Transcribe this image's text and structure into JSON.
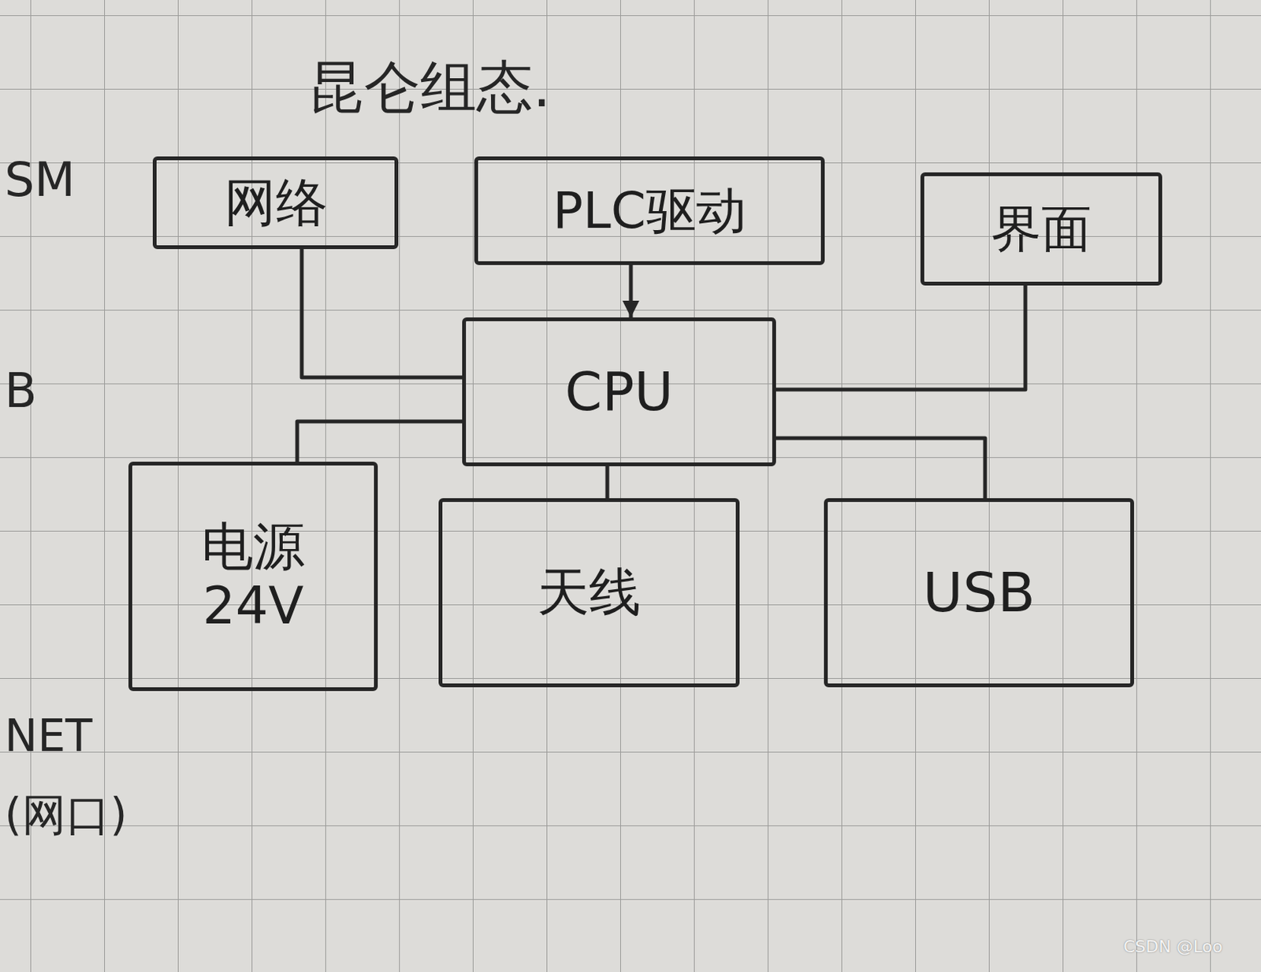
{
  "diagram": {
    "title": "昆仑组态.",
    "nodes": [
      {
        "text": [
          "网络"
        ]
      },
      {
        "text": [
          "PLC驱动"
        ]
      },
      {
        "text": [
          "界面"
        ]
      },
      {
        "text": [
          "CPU"
        ]
      },
      {
        "text": [
          "电源",
          "24V"
        ]
      },
      {
        "text": [
          "天线"
        ]
      },
      {
        "text": [
          "USB"
        ]
      }
    ],
    "edges": [
      {
        "from": 0,
        "to": 3,
        "arrow": "none"
      },
      {
        "from": 1,
        "to": 3,
        "arrow": "to"
      },
      {
        "from": 2,
        "to": 3,
        "arrow": "none"
      },
      {
        "from": 4,
        "to": 3,
        "arrow": "none"
      },
      {
        "from": 3,
        "to": 5,
        "arrow": "none"
      },
      {
        "from": 3,
        "to": 6,
        "arrow": "none"
      }
    ],
    "labels": [
      "SM",
      "B",
      "NET",
      "(网口)",
      "CSDN @Loo"
    ]
  }
}
